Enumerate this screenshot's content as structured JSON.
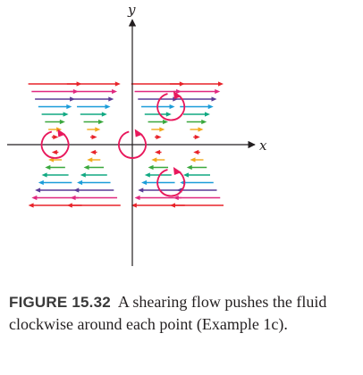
{
  "figure": {
    "x_label": "x",
    "y_label": "y",
    "caption_label": "FIGURE 15.32",
    "caption_text": "A shearing flow pushes the fluid clockwise around each point (Example 1c)."
  },
  "colors": {
    "axis": "#231f20",
    "circulation": "#e8185c",
    "row_colors": [
      "#e8232a",
      "#e0287f",
      "#5a3b96",
      "#1b9dd9",
      "#10a982",
      "#3aa83d",
      "#f2a91c",
      "#e8232a"
    ]
  },
  "field": {
    "row_y_values": [
      4,
      3.5,
      3,
      2.5,
      2,
      1.5,
      1,
      0.5,
      0,
      -0.5,
      -1,
      -1.5,
      -2,
      -2.5,
      -3,
      -3.5,
      -4
    ],
    "column_x_values": [
      -3,
      -1.5,
      1,
      2.5
    ],
    "circulation_points": [
      {
        "x": -3,
        "y": 0
      },
      {
        "x": 0,
        "y": 0
      },
      {
        "x": 1.5,
        "y": 2.5
      },
      {
        "x": 1.5,
        "y": -2.5
      }
    ]
  }
}
